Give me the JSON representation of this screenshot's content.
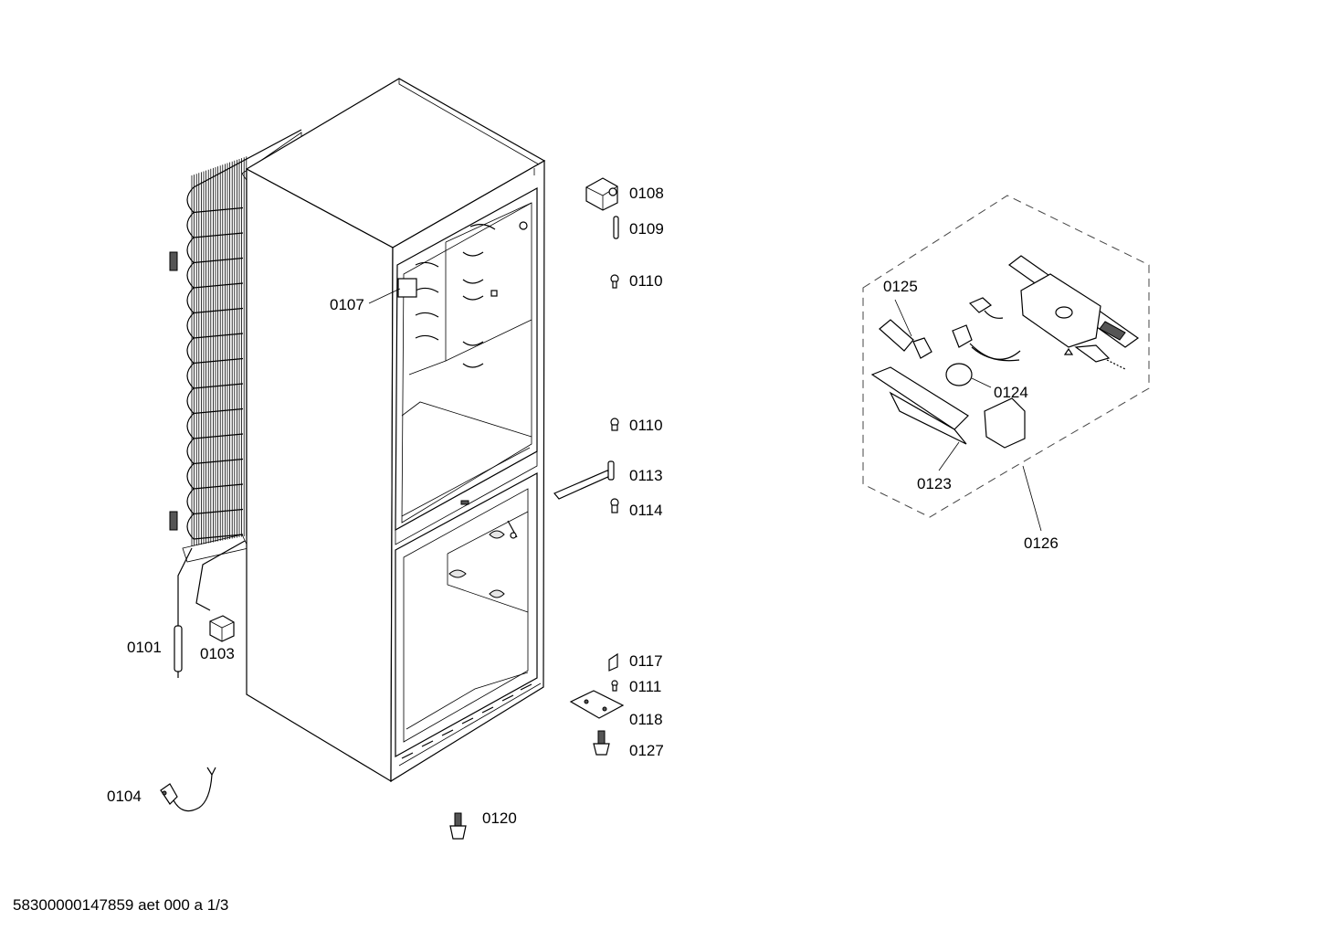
{
  "parts": {
    "p0101": "0101",
    "p0103": "0103",
    "p0104": "0104",
    "p0107": "0107",
    "p0108": "0108",
    "p0109": "0109",
    "p0110a": "0110",
    "p0110b": "0110",
    "p0113": "0113",
    "p0114": "0114",
    "p0117": "0117",
    "p0111": "0111",
    "p0118": "0118",
    "p0127": "0127",
    "p0120": "0120",
    "p0125": "0125",
    "p0124": "0124",
    "p0123": "0123",
    "p0126": "0126"
  },
  "footer": {
    "code": "58300000147859 aet 000 a 1/3"
  }
}
